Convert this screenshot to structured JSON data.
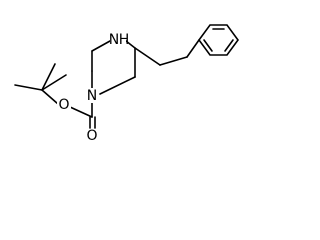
{
  "molecule": {
    "atoms": {
      "n_ring_amine": "N",
      "h_ring_amine": "H",
      "n_carbamate": "N",
      "o_ester": "O",
      "o_carbonyl": "O"
    }
  }
}
